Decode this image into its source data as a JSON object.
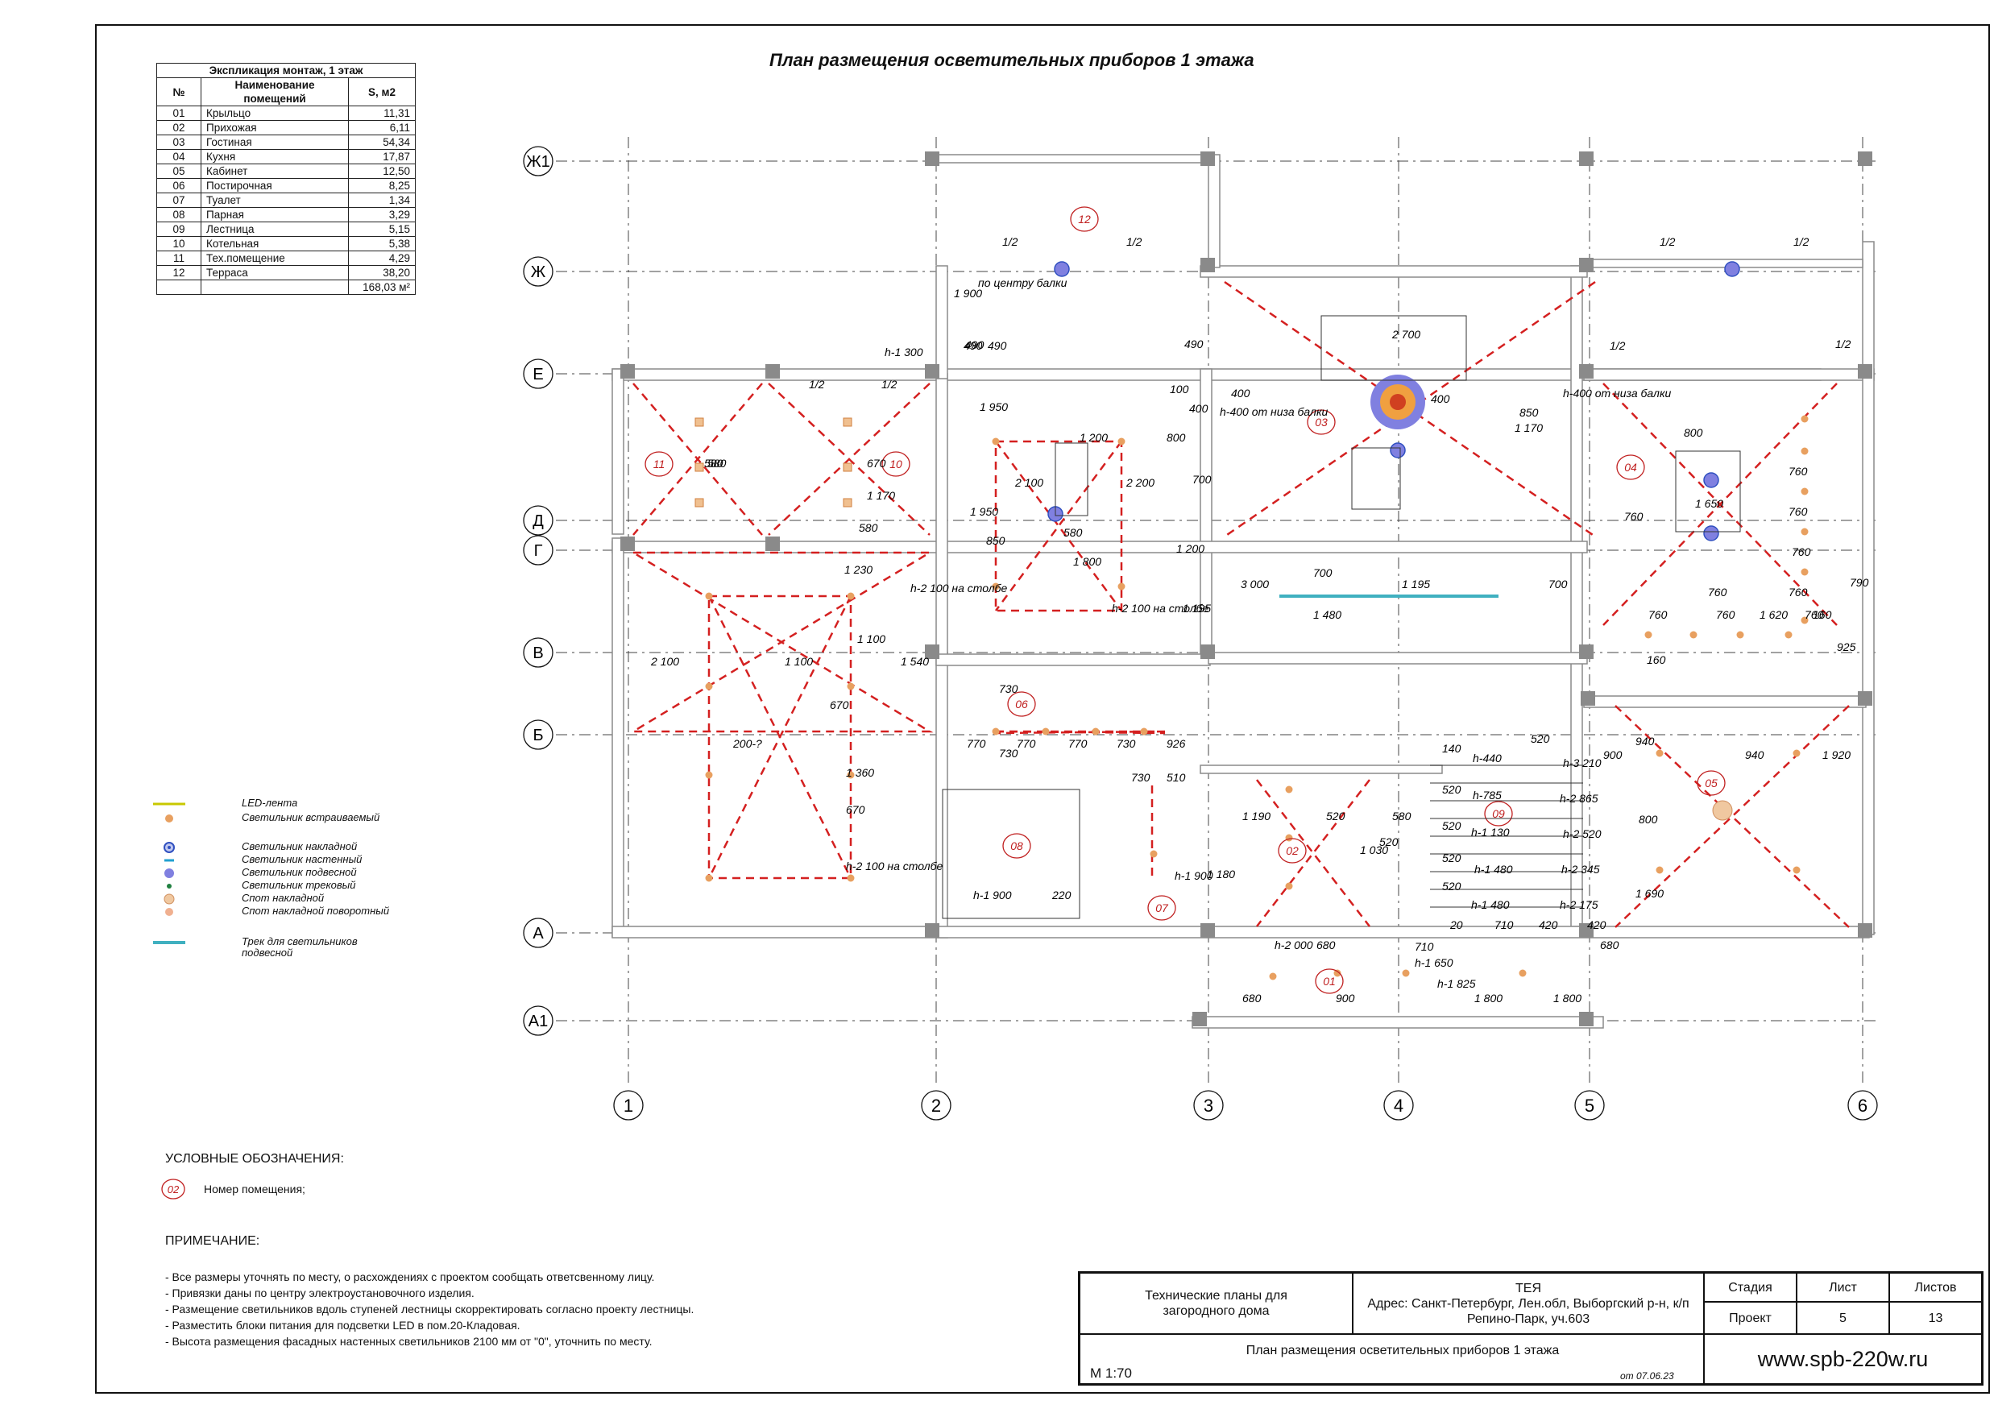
{
  "title": "План размещения осветительных приборов 1 этажа",
  "explication": {
    "caption": "Экспликация монтаж, 1 этаж",
    "headers": [
      "№",
      "Наименование помещений",
      "S, м2"
    ],
    "rows": [
      [
        "01",
        "Крыльцо",
        "11,31"
      ],
      [
        "02",
        "Прихожая",
        "6,11"
      ],
      [
        "03",
        "Гостиная",
        "54,34"
      ],
      [
        "04",
        "Кухня",
        "17,87"
      ],
      [
        "05",
        "Кабинет",
        "12,50"
      ],
      [
        "06",
        "Постирочная",
        "8,25"
      ],
      [
        "07",
        "Туалет",
        "1,34"
      ],
      [
        "08",
        "Парная",
        "3,29"
      ],
      [
        "09",
        "Лестница",
        "5,15"
      ],
      [
        "10",
        "Котельная",
        "5,38"
      ],
      [
        "11",
        "Тех.помещение",
        "4,29"
      ],
      [
        "12",
        "Терраса",
        "38,20"
      ]
    ],
    "total": "168,03 м²"
  },
  "axes": {
    "rows": [
      "Ж1",
      "Ж",
      "Е",
      "Д",
      "Г",
      "В",
      "Б",
      "А",
      "А1"
    ],
    "cols": [
      "1",
      "2",
      "3",
      "4",
      "5",
      "6"
    ]
  },
  "room_tags": [
    "01",
    "02",
    "03",
    "04",
    "05",
    "06",
    "07",
    "08",
    "09",
    "10",
    "11",
    "12"
  ],
  "annotations": [
    "h-1 300",
    "490",
    "490",
    "490",
    "490",
    "1/2",
    "1/2",
    "1/2",
    "1/2",
    "1/2",
    "1/2",
    "1/2",
    "1/2",
    "по центру балки",
    "1 900",
    "2 700",
    "400",
    "400",
    "h-400 от низа балки",
    "h-400 от низа балки",
    "850",
    "1 950",
    "1 200",
    "100",
    "800",
    "400",
    "700",
    "2 100",
    "2 200",
    "1 950",
    "1 800",
    "1 200",
    "850",
    "580",
    "1 170",
    "580",
    "580",
    "1 170",
    "580",
    "670",
    "1 230",
    "1 100",
    "2 100",
    "1 100",
    "1 540",
    "200-?",
    "670",
    "1 360",
    "670",
    "h-2 100 на столбе",
    "h-2 100 на столбе",
    "h-2 100 на столбе",
    "1 195",
    "3 000",
    "1 195",
    "700",
    "700",
    "1 480",
    "800",
    "1 650",
    "760",
    "760",
    "760",
    "1 620",
    "760",
    "760",
    "760",
    "760",
    "760",
    "760",
    "160",
    "790",
    "160",
    "925",
    "730",
    "770",
    "770",
    "770",
    "730",
    "926",
    "730",
    "730",
    "510",
    "h-1 900",
    "h-1 900",
    "220",
    "1 180",
    "1 190",
    "520",
    "1 030",
    "580",
    "520",
    "h-440",
    "h-785",
    "h-1 130",
    "h-1 480",
    "h-1 480",
    "h-3 210",
    "h-2 865",
    "h-2 520",
    "h-2 345",
    "h-2 175",
    "140",
    "520",
    "520",
    "520",
    "520",
    "520",
    "20",
    "710",
    "420",
    "420",
    "710",
    "h-1 650",
    "h-1 825",
    "h-2 000",
    "680",
    "680",
    "680",
    "900",
    "1 800",
    "1 800",
    "900",
    "940",
    "1 920",
    "940",
    "800",
    "1 690",
    "800"
  ],
  "legend": [
    {
      "icon": "led-strip-icon",
      "label": "LED-лента",
      "color": "#c8c800"
    },
    {
      "icon": "recessed-light-icon",
      "label": "Светильник встраиваемый",
      "color": "#e8a060"
    },
    {
      "icon": "surface-light-icon",
      "label": "Светильник накладной",
      "color": "#3050c0"
    },
    {
      "icon": "wall-light-icon",
      "label": "Светильник настенный",
      "color": "#20a0d0"
    },
    {
      "icon": "pendant-light-icon",
      "label": "Светильник подвесной",
      "color": "#8080e0"
    },
    {
      "icon": "track-light-icon",
      "label": "Светильник трековый",
      "color": "#208040"
    },
    {
      "icon": "surface-spot-icon",
      "label": "Спот накладной",
      "color": "#f0c8a0"
    },
    {
      "icon": "rotary-spot-icon",
      "label": "Спот накладной поворотный",
      "color": "#f0b090"
    },
    {
      "icon": "pendant-track-icon",
      "label": "Трек для светильников подвесной",
      "color": "#40b0c0"
    }
  ],
  "conventions": {
    "heading": "УСЛОВНЫЕ ОБОЗНАЧЕНИЯ:",
    "tag": "02",
    "label": "Номер помещения;"
  },
  "notes": {
    "heading": "ПРИМЕЧАНИЕ:",
    "items": [
      "- Все размеры уточнять по месту, о расхождениях с проектом сообщать ответсвенному лицу.",
      "- Привязки даны по центру электроустановочного изделия.",
      "- Размещение светильников вдоль ступеней лестницы скорректировать согласно проекту лестницы.",
      "- Разместить блоки питания для подсветки LED в пом.20-Кладовая.",
      "- Высота размещения фасадных настенных светильников  2100 мм от \"0\", уточнить по месту."
    ]
  },
  "stamp": {
    "project": "Технические планы для загородного дома",
    "client": "ТЕЯ",
    "address": "Адрес: Санкт-Петербург, Лен.обл, Выборгский р-н, к/п Репино-Парк, уч.603",
    "stage_label": "Стадия",
    "sheet_label": "Лист",
    "sheets_label": "Листов",
    "stage_value": "Проект",
    "sheet_value": "5",
    "sheets_value": "13",
    "sheet_title": "План размещения осветительных приборов 1 этажа",
    "date": "от 07.06.23",
    "scale": "М 1:70",
    "website": "www.spb-220w.ru"
  },
  "colors": {
    "ink": "#111111",
    "wall": "#8a8a8a",
    "dash_red": "#d42020",
    "tag_red": "#c02020",
    "axis": "#444444"
  }
}
